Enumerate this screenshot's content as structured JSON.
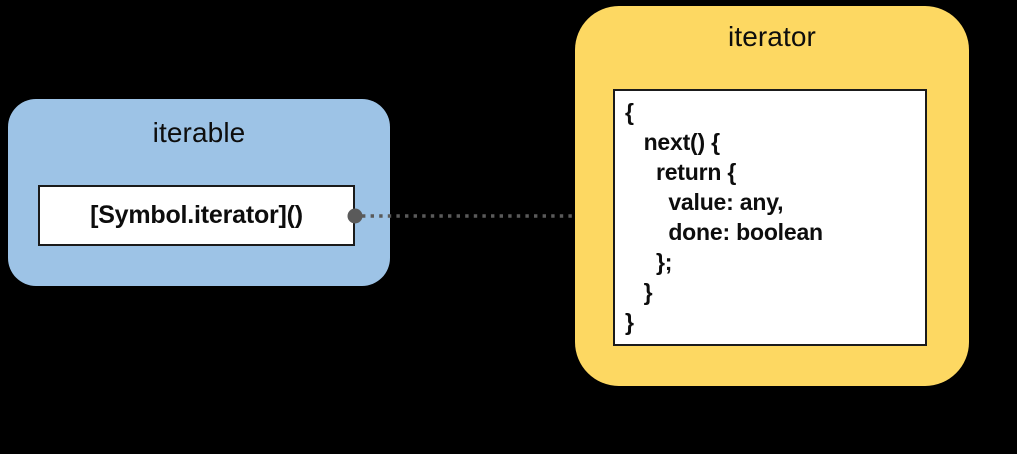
{
  "background_color": "#000000",
  "diagram": {
    "type": "concept-diagram",
    "title_implicit": "JavaScript iteration protocol",
    "panels": [
      {
        "id": "iterable",
        "title": "iterable",
        "color": "#9dc3e6",
        "member_box": {
          "label": "[Symbol.iterator]()",
          "background": "#ffffff",
          "border_color": "#1b1b1b"
        }
      },
      {
        "id": "iterator",
        "title": "iterator",
        "color": "#fdd862",
        "code_box": {
          "background": "#ffffff",
          "border_color": "#1b1b1b",
          "lines": [
            "{",
            "   next() {",
            "     return {",
            "       value: any,",
            "       done: boolean",
            "     };",
            "   }",
            "}"
          ]
        }
      }
    ],
    "connector": {
      "from": "iterable.[Symbol.iterator]()",
      "to": "iterator",
      "style": "dotted",
      "color": "#5a5a5a",
      "start_marker": "filled-circle",
      "end_marker": "arrowhead"
    }
  }
}
